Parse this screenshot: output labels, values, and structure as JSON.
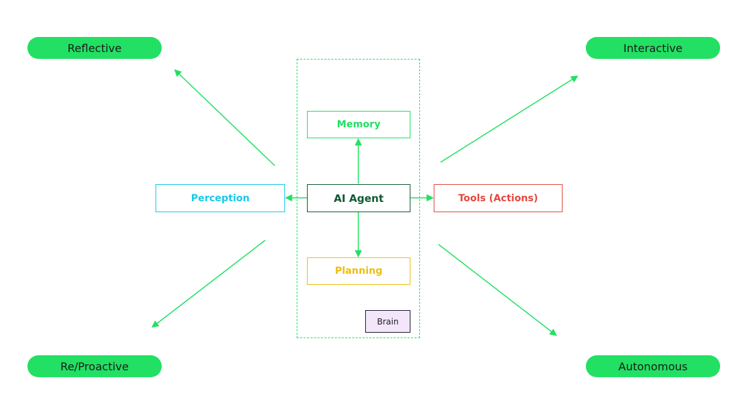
{
  "colors": {
    "accent_green": "#22e063",
    "agent_dark_green": "#125a34",
    "perception_cyan": "#19c9e6",
    "tools_red": "#e5483f",
    "planning_yellow": "#eebe0f",
    "brain_fill": "#f3e6fb"
  },
  "corners": {
    "reflective": "Reflective",
    "interactive": "Interactive",
    "reproactive": "Re/Proactive",
    "autonomous": "Autonomous"
  },
  "nodes": {
    "memory": "Memory",
    "agent": "AI Agent",
    "perception": "Perception",
    "tools": "Tools (Actions)",
    "planning": "Planning",
    "brain": "Brain"
  }
}
